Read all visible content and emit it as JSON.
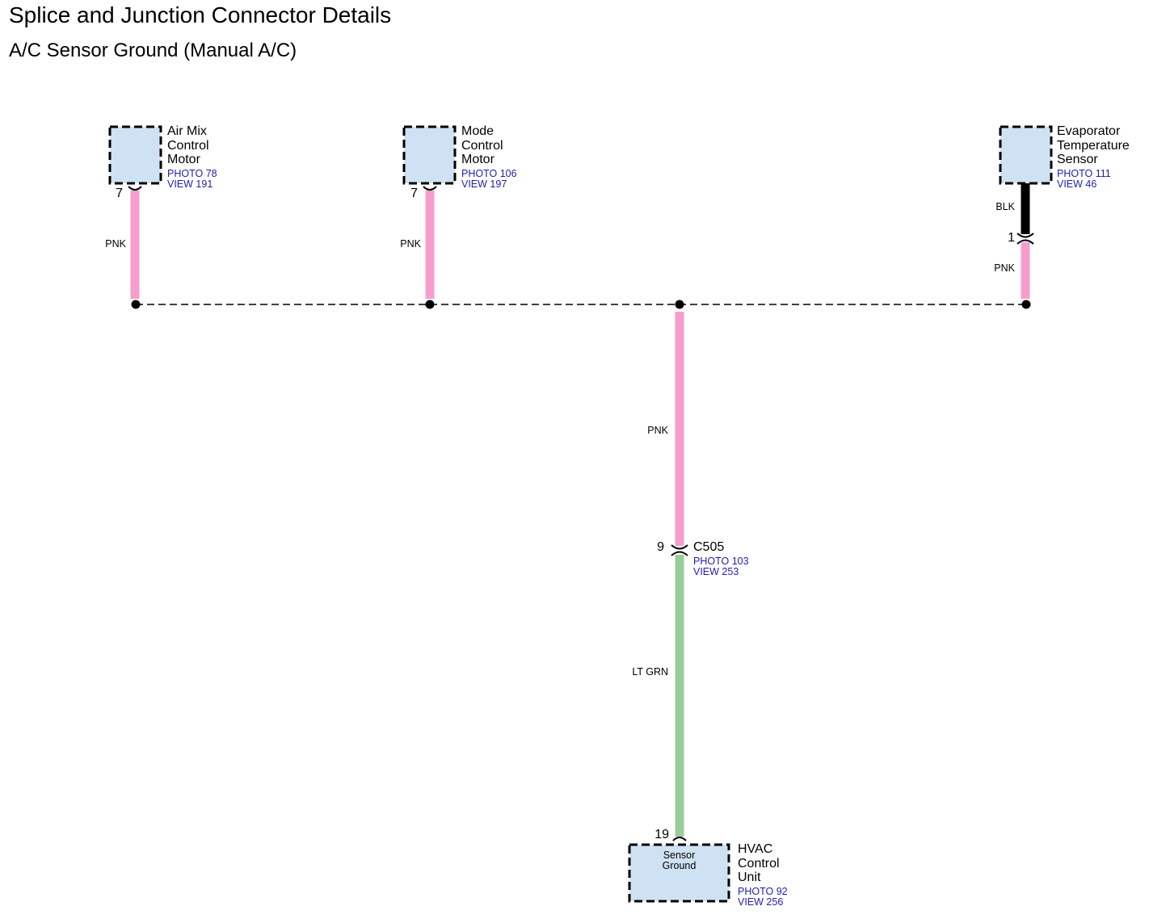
{
  "header": {
    "title": "Splice and Junction Connector Details",
    "subtitle": "A/C Sensor Ground (Manual A/C)"
  },
  "colors": {
    "component_fill": "#cfe2f3",
    "pnk_wire": "#f89ccd",
    "lt_grn_wire": "#99cc99",
    "blk_wire": "#000000",
    "reference_text": "#1f1fb0"
  },
  "components": {
    "air_mix": {
      "name_lines": [
        "Air Mix",
        "Control",
        "Motor"
      ],
      "photo": "PHOTO 78",
      "view": "VIEW 191",
      "pin": "7",
      "wire_color": "PNK"
    },
    "mode": {
      "name_lines": [
        "Mode",
        "Control",
        "Motor"
      ],
      "photo": "PHOTO 106",
      "view": "VIEW 197",
      "pin": "7",
      "wire_color": "PNK"
    },
    "evaporator": {
      "name_lines": [
        "Evaporator",
        "Temperature",
        "Sensor"
      ],
      "photo": "PHOTO 111",
      "view": "VIEW 46",
      "pin": "1",
      "wire_color_upper": "BLK",
      "wire_color_lower": "PNK"
    },
    "hvac": {
      "name_lines": [
        "HVAC",
        "Control",
        "Unit"
      ],
      "photo": "PHOTO 92",
      "view": "VIEW 256",
      "pin": "19",
      "inner_label_lines": [
        "Sensor",
        "Ground"
      ]
    }
  },
  "trunk": {
    "upper_wire_color": "PNK",
    "lower_wire_color": "LT GRN",
    "connector": {
      "name": "C505",
      "pin": "9",
      "photo": "PHOTO 103",
      "view": "VIEW 253"
    }
  }
}
